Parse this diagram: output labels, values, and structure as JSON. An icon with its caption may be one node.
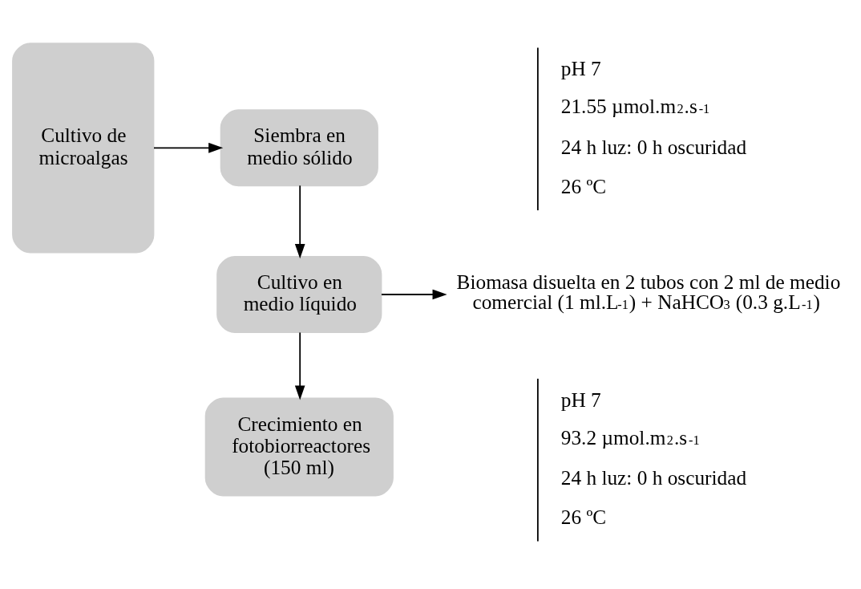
{
  "diagram": {
    "nodes": [
      {
        "text": [
          "Cultivo de microalgas"
        ]
      },
      {
        "text": [
          "Siembra en medio sólido"
        ],
        "beside": [
          "pH 7",
          "21.55 µmol.m$^{2}$.s$^{-1}$",
          "24 h luz: 0 h oscuridad",
          "26 ºC"
        ]
      },
      {
        "text": [
          "Cultivo en medio líquido"
        ]
      },
      {
        "text": [
          "Biomasa disuelta en 2 tubos con 2 ml de medio comercial (1 ml.L$^{-1}$) + NaHCO$_{3}$ (0.3 g.L$^{-1}$)"
        ]
      },
      {
        "text": [
          "Crecimiento en fotobiorreactores (150 ml)"
        ],
        "beside": [
          "pH 7",
          "93.2 µmol.m$^{2}$.s$^{-1}$",
          "24 h luz: 0 h oscuridad",
          "26 ºC"
        ]
      }
    ],
    "edges": [
      {
        "from": 0,
        "to": 1,
        "arrow": "to"
      },
      {
        "from": 1,
        "to": 2,
        "arrow": "to"
      },
      {
        "from": 2,
        "to": 3,
        "arrow": "to"
      },
      {
        "from": 2,
        "to": 4,
        "arrow": "to"
      }
    ]
  }
}
